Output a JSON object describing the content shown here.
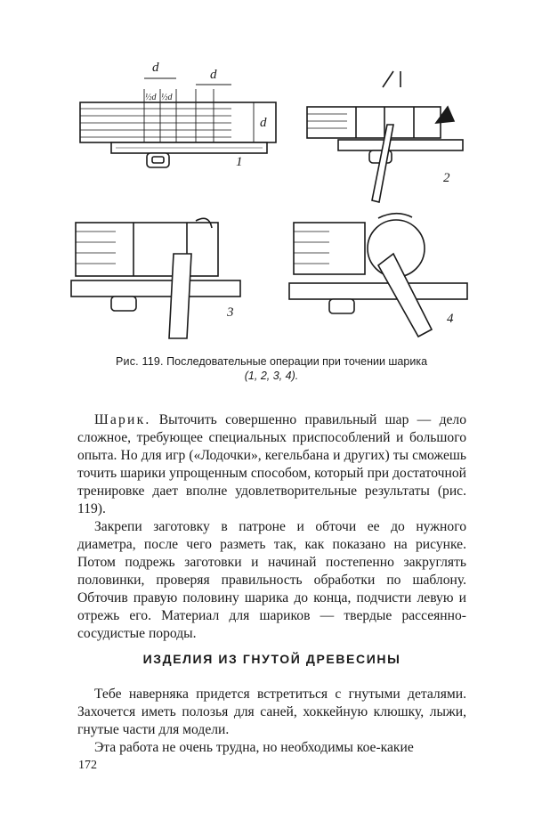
{
  "figure": {
    "label_d": "d",
    "label_half": "½d",
    "panel_numbers": [
      "1",
      "2",
      "3",
      "4"
    ]
  },
  "caption": {
    "prefix": "Рис. 119.",
    "text": "Последовательные операции при точении шарика",
    "numbers": "(1, 2, 3, 4)."
  },
  "paragraphs": {
    "p1_spaced": "Шарик.",
    "p1_rest": " Выточить совершенно правильный шар — дело сложное, требующее специальных приспособлений и большого опыта. Но для игр («Лодочки», кегельбана и других) ты сможешь точить шарики упрощенным способом, который при достаточной тренировке дает вполне удовлетворительные результаты (рис. 119).",
    "p2": "Закрепи заготовку в патроне и обточи ее до нужного диаметра, после чего разметь так, как показано на рисунке. Потом подрежь заготовки и начинай постепенно закруглять половинки, проверяя правильность обработки по шаблону. Обточив правую половину шарика до конца, подчисти левую и отрежь его. Материал для шариков — твердые рассеянно­сосудистые породы."
  },
  "heading": "ИЗДЕЛИЯ ИЗ ГНУТОЙ ДРЕВЕСИНЫ",
  "paragraphs2": {
    "p3": "Тебе наверняка придется встретиться с гнутыми деталями. Захочется иметь полозья для саней, хоккейную клюшку, лыжи, гнутые части для модели.",
    "p4": "Эта работа не очень трудна, но необходимы кое-какие"
  },
  "page_number": "172"
}
